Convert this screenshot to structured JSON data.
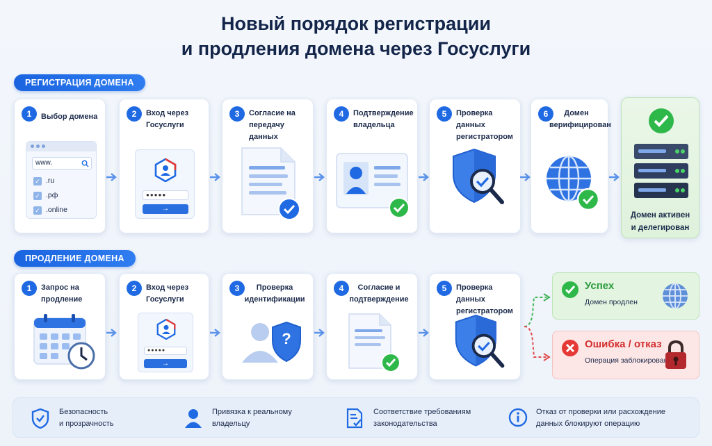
{
  "title": {
    "line1": "Новый порядок регистрации",
    "line2": "и продления домена через Госуслуги"
  },
  "registration": {
    "section_label": "РЕГИСТРАЦИЯ ДОМЕНА",
    "steps": [
      {
        "num": "1",
        "line1": "Выбор домена",
        "line2": ""
      },
      {
        "num": "2",
        "line1": "Вход через",
        "line2": "Госуслуги"
      },
      {
        "num": "3",
        "line1": "Согласие на",
        "line2": "передачу данных"
      },
      {
        "num": "4",
        "line1": "Подтверждение",
        "line2": "владельца"
      },
      {
        "num": "5",
        "line1": "Проверка данных",
        "line2": "регистратором"
      },
      {
        "num": "6",
        "line1": "Домен",
        "line2": "верифицирован"
      }
    ],
    "domain_search": {
      "input_value": "www.",
      "options": [
        ".ru",
        ".рф",
        ".online"
      ]
    },
    "login_arrow": "→",
    "final": {
      "line1": "Домен активен",
      "line2": "и делегирован"
    }
  },
  "renewal": {
    "section_label": "ПРОДЛЕНИЕ ДОМЕНА",
    "steps": [
      {
        "num": "1",
        "line1": "Запрос на",
        "line2": "продление"
      },
      {
        "num": "2",
        "line1": "Вход через",
        "line2": "Госуслуги"
      },
      {
        "num": "3",
        "line1": "Проверка",
        "line2": "идентификации"
      },
      {
        "num": "4",
        "line1": "Согласие и",
        "line2": "подтверждение"
      },
      {
        "num": "5",
        "line1": "Проверка данных",
        "line2": "регистратором"
      }
    ],
    "login_arrow": "→",
    "question_mark": "?",
    "success": {
      "title": "Успех",
      "subtitle": "Домен продлен"
    },
    "failure": {
      "title": "Ошибка / отказ",
      "subtitle": "Операция заблокирована"
    }
  },
  "footer": {
    "items": [
      {
        "line1": "Безопасность",
        "line2": "и прозрачность"
      },
      {
        "line1": "Привязка к реальному",
        "line2": "владельцу"
      },
      {
        "line1": "Соответствие требованиям",
        "line2": "законодательства"
      },
      {
        "line1": "Отказ от проверки или расхождение",
        "line2": "данных блокируют операцию"
      }
    ]
  },
  "colors": {
    "primary": "#1f6ae3",
    "success": "#2fb84a",
    "success_bg": "#e6f6e4",
    "error": "#e53935",
    "error_bg": "#fde8e8",
    "title": "#14254a"
  }
}
